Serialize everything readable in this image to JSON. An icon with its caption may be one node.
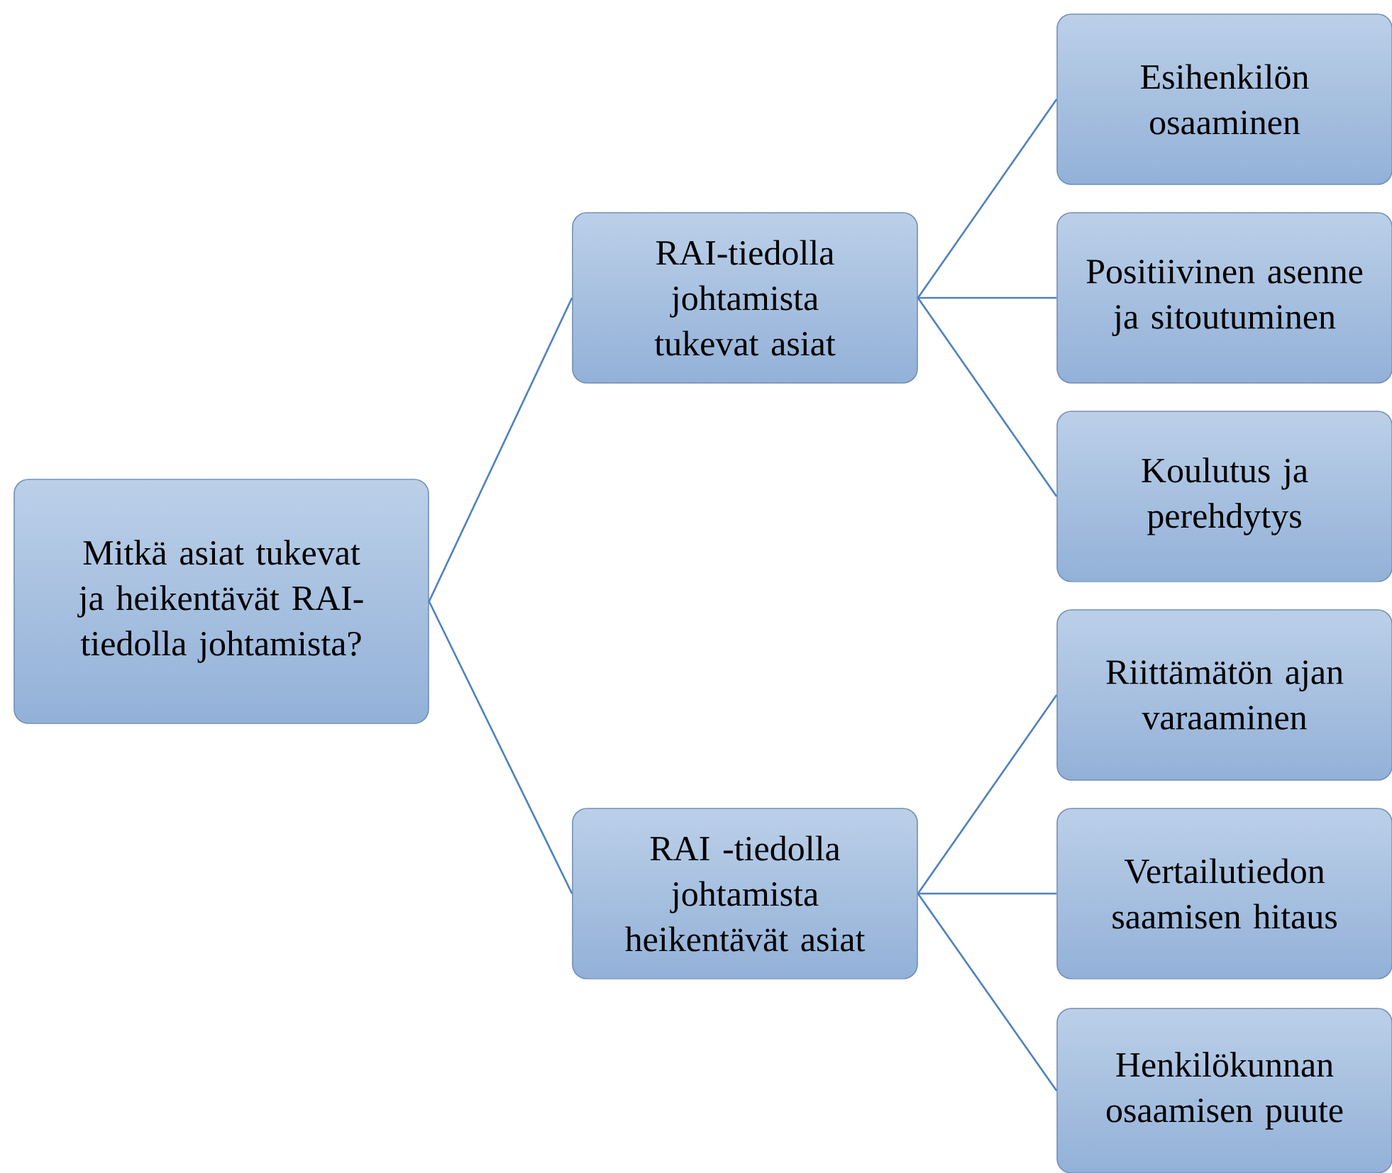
{
  "diagram": {
    "nodes": [
      {
        "text": [
          "Mitkä asiat tukevat ja heikentävät RAI-tiedolla johtamista?"
        ]
      },
      {
        "text": [
          "RAI-tiedolla johtamista tukevat asiat"
        ]
      },
      {
        "text": [
          "RAI -tiedolla johtamista heikentävät asiat"
        ]
      },
      {
        "text": [
          "Esihenkilön osaaminen"
        ]
      },
      {
        "text": [
          "Positiivinen asenne ja sitoutuminen"
        ]
      },
      {
        "text": [
          "Koulutus ja perehdytys"
        ]
      },
      {
        "text": [
          "Riittämätön ajan varaaminen"
        ]
      },
      {
        "text": [
          "Vertailutiedon saamisen hitaus"
        ]
      },
      {
        "text": [
          "Henkilökunnan osaamisen puute"
        ]
      }
    ],
    "edges": [
      {
        "from": 0,
        "to": 1,
        "arrow": "none"
      },
      {
        "from": 0,
        "to": 2,
        "arrow": "none"
      },
      {
        "from": 1,
        "to": 3,
        "arrow": "none"
      },
      {
        "from": 1,
        "to": 4,
        "arrow": "none"
      },
      {
        "from": 1,
        "to": 5,
        "arrow": "none"
      },
      {
        "from": 2,
        "to": 6,
        "arrow": "none"
      },
      {
        "from": 2,
        "to": 7,
        "arrow": "none"
      },
      {
        "from": 2,
        "to": 8,
        "arrow": "none"
      }
    ]
  }
}
